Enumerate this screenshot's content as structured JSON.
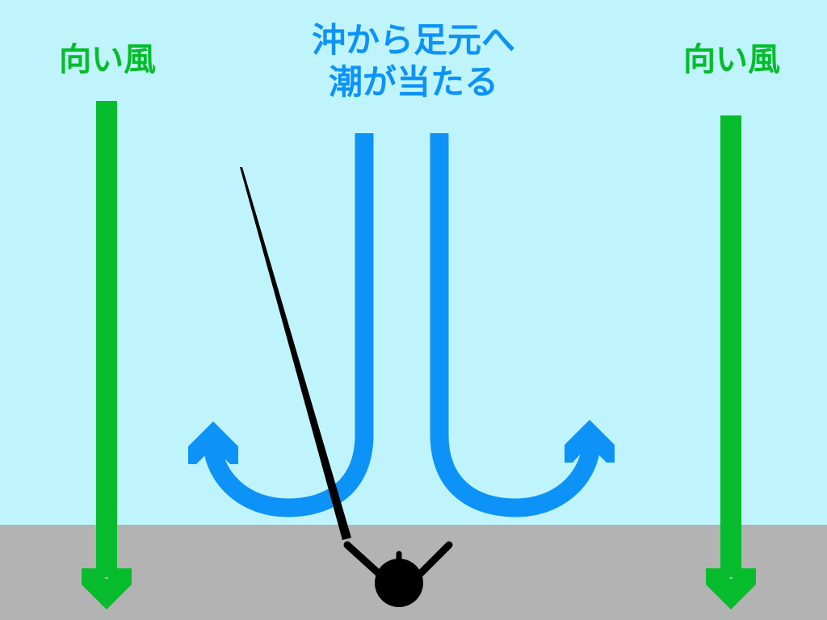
{
  "labels": {
    "wind_left": "向い風",
    "wind_right": "向い風",
    "current_line1": "沖から足元へ",
    "current_line2": "潮が当たる"
  },
  "colors": {
    "sea": "#c0f4fc",
    "shore": "#b3b3b3",
    "wind": "#06bc2c",
    "current": "#0d93f7",
    "angler": "#000000"
  },
  "icons": {
    "wind": "arrow-down-icon",
    "current": "u-turn-arrow-icon",
    "angler": "angler-figure-icon"
  }
}
